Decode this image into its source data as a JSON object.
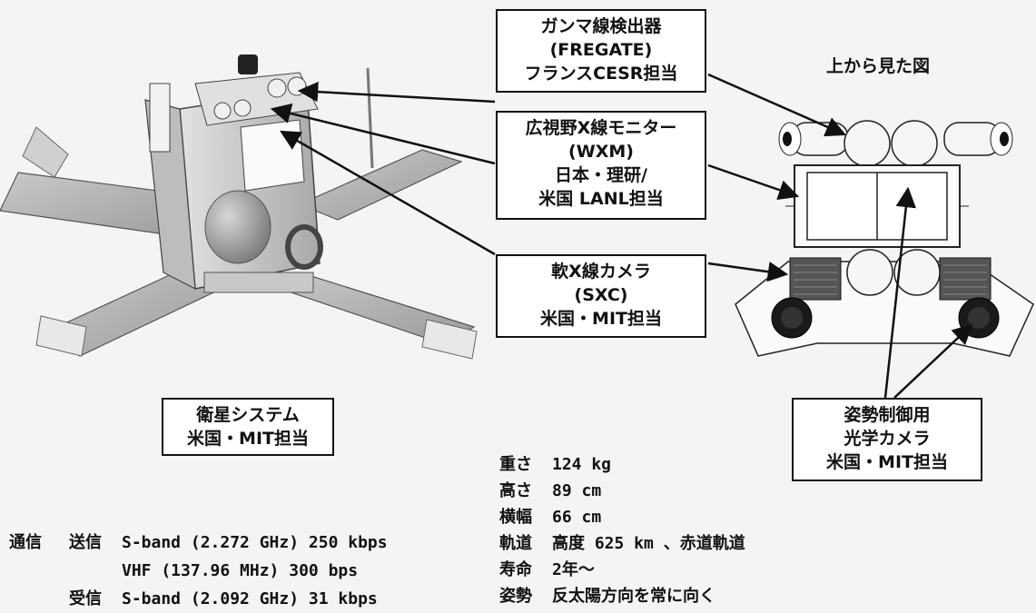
{
  "labels": {
    "gamma": {
      "lines": [
        "ガンマ線検出器",
        "(FREGATE)",
        "フランスCESR担当"
      ]
    },
    "wxm": {
      "lines": [
        "広視野X線モニター",
        "(WXM)",
        "日本・理研/",
        "米国 LANL担当"
      ]
    },
    "sxc": {
      "lines": [
        "軟X線カメラ",
        "(SXC)",
        "米国・MIT担当"
      ]
    },
    "satellite": {
      "lines": [
        "衛星システム",
        "米国・MIT担当"
      ]
    },
    "attitude": {
      "lines": [
        "姿勢制御用",
        "光学カメラ",
        "米国・MIT担当"
      ]
    }
  },
  "topview_title": "上から見た図",
  "specs": [
    {
      "key": "重さ",
      "value": "124 kg"
    },
    {
      "key": "高さ",
      "value": "89 cm"
    },
    {
      "key": "横幅",
      "value": "66 cm"
    },
    {
      "key": "軌道",
      "value": "高度 625 km 、赤道軌道"
    },
    {
      "key": "寿命",
      "value": "2年〜"
    },
    {
      "key": "姿勢",
      "value": "反太陽方向を常に向く"
    }
  ],
  "comm": {
    "label": "通信",
    "rows": [
      {
        "sub": "送信",
        "value": "S-band (2.272 GHz) 250 kbps"
      },
      {
        "sub": "",
        "value": "VHF (137.96 MHz) 300 bps"
      },
      {
        "sub": "受信",
        "value": "S-band (2.092 GHz) 31 kbps"
      }
    ]
  }
}
